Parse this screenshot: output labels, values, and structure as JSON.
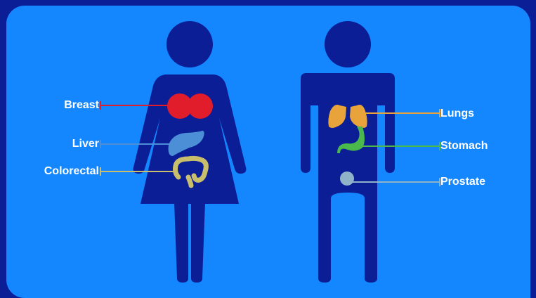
{
  "female_organs": [
    {
      "label": "Breast",
      "color": "#e21d2b",
      "icon": "breast-icon"
    },
    {
      "label": "Liver",
      "color": "#4d8fd6",
      "icon": "liver-icon"
    },
    {
      "label": "Colorectal",
      "color": "#c8be6c",
      "icon": "colon-icon"
    }
  ],
  "male_organs": [
    {
      "label": "Lungs",
      "color": "#e8a33a",
      "icon": "lungs-icon"
    },
    {
      "label": "Stomach",
      "color": "#4ab84a",
      "icon": "stomach-icon"
    },
    {
      "label": "Prostate",
      "color": "#8fb3c8",
      "icon": "prostate-icon"
    }
  ],
  "colors": {
    "background": "#0b1e96",
    "panel": "#1487ff",
    "silhouette": "#0b1e96",
    "text": "#ffffff"
  }
}
